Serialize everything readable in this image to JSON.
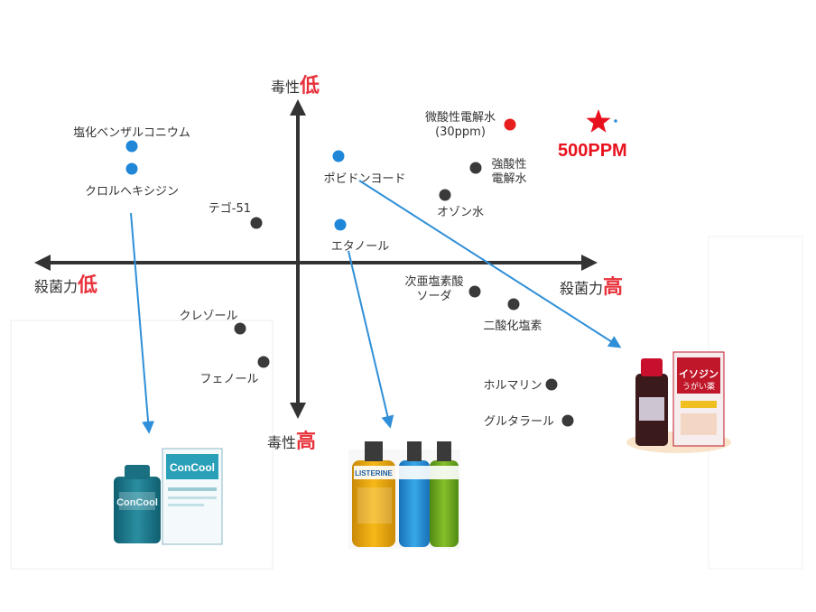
{
  "colors": {
    "axis": "#333333",
    "emphasis": "#e8323c",
    "blue_point": "#1f86d8",
    "dark_point": "#3a3a3a",
    "red_point": "#e81e1e",
    "arrow": "#2f8fd8"
  },
  "chart_data": {
    "type": "scatter",
    "grid": false,
    "y_axis_top": {
      "prefix": "毒性",
      "word": "低"
    },
    "y_axis_bottom": {
      "prefix": "毒性",
      "word": "高"
    },
    "x_axis_left": {
      "prefix": "殺菌力",
      "word": "低"
    },
    "x_axis_right": {
      "prefix": "殺菌力",
      "word": "高"
    },
    "points": [
      {
        "id": "benzalkonium",
        "label_lines": [
          "塩化ベンザルコニウム"
        ],
        "group": "blue"
      },
      {
        "id": "chlorhexidine",
        "label_lines": [
          "クロルヘキシジン"
        ],
        "group": "blue"
      },
      {
        "id": "povidone",
        "label_lines": [
          "ポビドンヨード"
        ],
        "group": "blue"
      },
      {
        "id": "ethanol",
        "label_lines": [
          "エタノール"
        ],
        "group": "blue"
      },
      {
        "id": "tego51",
        "label_lines": [
          "テゴ-51"
        ],
        "group": "dark"
      },
      {
        "id": "weak-acid",
        "label_lines": [
          "微酸性電解水",
          "(30ppm)"
        ],
        "group": "red"
      },
      {
        "id": "strong-acid",
        "label_lines": [
          "強酸性",
          "電解水"
        ],
        "group": "dark"
      },
      {
        "id": "ozone",
        "label_lines": [
          "オゾン水"
        ],
        "group": "dark"
      },
      {
        "id": "hypochlorite",
        "label_lines": [
          "次亜塩素酸",
          "ソーダ"
        ],
        "group": "dark"
      },
      {
        "id": "chlorine-dioxide",
        "label_lines": [
          "二酸化塩素"
        ],
        "group": "dark"
      },
      {
        "id": "cresol",
        "label_lines": [
          "クレゾール"
        ],
        "group": "dark"
      },
      {
        "id": "phenol",
        "label_lines": [
          "フェノール"
        ],
        "group": "dark"
      },
      {
        "id": "formalin",
        "label_lines": [
          "ホルマリン"
        ],
        "group": "dark"
      },
      {
        "id": "glutaral",
        "label_lines": [
          "グルタラール"
        ],
        "group": "dark"
      }
    ],
    "annotations": [
      {
        "id": "star",
        "text": "500PPM",
        "marker": "star"
      }
    ]
  },
  "products": {
    "concool": {
      "brand": "ConCool"
    },
    "listerine": {
      "brand": "LISTERINE"
    },
    "isodine": {
      "name": "イソジン",
      "sub": "うがい薬"
    }
  }
}
